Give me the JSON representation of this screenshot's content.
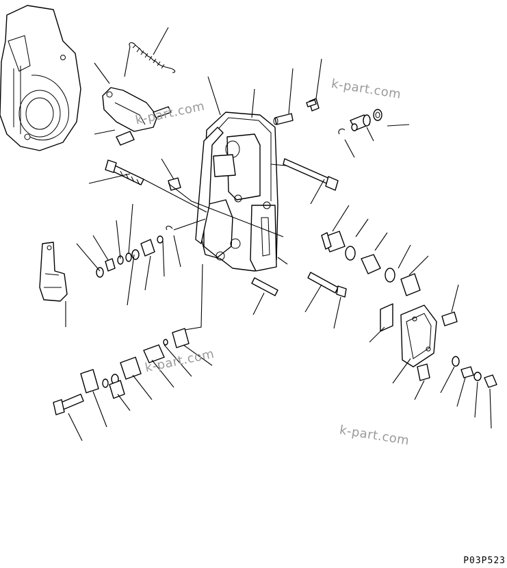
{
  "drawing_code": "P03P523",
  "watermarks": [
    "k-part.com",
    "k-part.com",
    "k-part.com",
    "k-part.com"
  ],
  "colors": {
    "line": "#000000",
    "watermark": "#9a9a9a",
    "background": "#ffffff"
  }
}
